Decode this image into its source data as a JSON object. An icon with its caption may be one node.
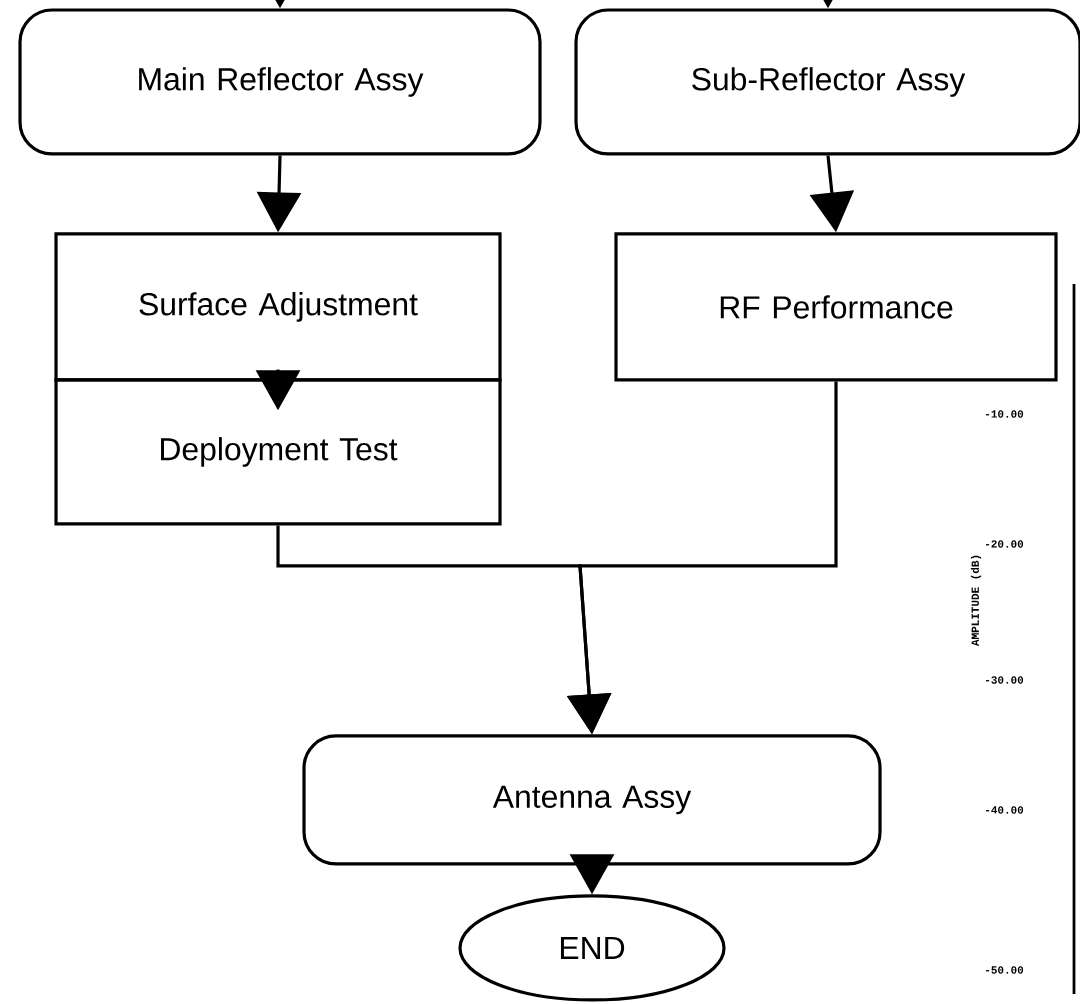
{
  "diagram": {
    "nodes": [
      {
        "text": [
          "Main Reflector Assy"
        ]
      },
      {
        "text": [
          "Sub-Reflector Assy"
        ]
      },
      {
        "text": [
          "Surface Adjustment"
        ]
      },
      {
        "text": [
          "RF Performance"
        ]
      },
      {
        "text": [
          "Deployment Test"
        ]
      },
      {
        "text": [
          "Antenna Assy"
        ]
      },
      {
        "text": [
          "END"
        ]
      }
    ],
    "edges": [
      {
        "from": null,
        "to": 0,
        "arrow": "to"
      },
      {
        "from": null,
        "to": 1,
        "arrow": "to"
      },
      {
        "from": 0,
        "to": 2,
        "arrow": "to"
      },
      {
        "from": 1,
        "to": 3,
        "arrow": "to"
      },
      {
        "from": 2,
        "to": 4,
        "arrow": "to"
      },
      {
        "from": 4,
        "to": 5,
        "arrow": "to"
      },
      {
        "from": 3,
        "to": 5,
        "arrow": "to"
      },
      {
        "from": 5,
        "to": 6,
        "arrow": "to"
      }
    ],
    "labels": [
      "-10.00",
      "AMPLITUDE (dB)",
      "-20.00",
      "-30.00",
      "-40.00",
      "-50.00"
    ]
  }
}
